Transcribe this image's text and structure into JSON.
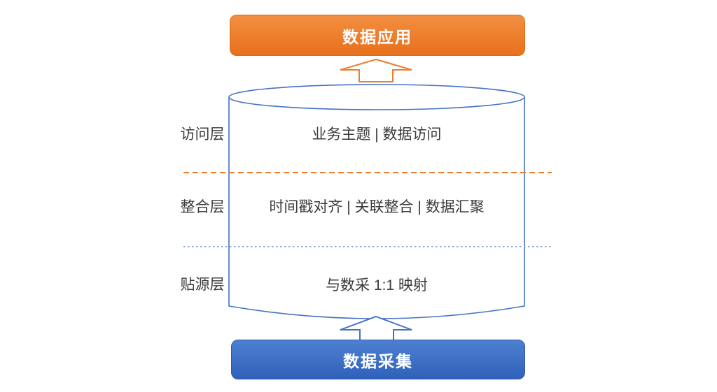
{
  "diagram": {
    "top_box": {
      "label": "数据应用",
      "fill_top": "#F28F41",
      "fill_bottom": "#E8701C"
    },
    "bottom_box": {
      "label": "数据采集",
      "fill_top": "#4E80D1",
      "fill_bottom": "#3061BA"
    },
    "cylinder": {
      "stroke_color": "#4472C4",
      "layers": [
        {
          "label": "访问层",
          "content": "业务主题 | 数据访问"
        },
        {
          "label": "整合层",
          "content": "时间戳对齐 | 关联整合 | 数据汇聚"
        },
        {
          "label": "贴源层",
          "content": "与数采 1:1 映射"
        }
      ],
      "dividers": [
        {
          "style": "dashed",
          "color": "#ED7D31"
        },
        {
          "style": "dotted",
          "color": "#8FAADC"
        }
      ]
    },
    "arrows": [
      {
        "name": "cylinder-to-application",
        "direction": "up",
        "color": "#ED7D31"
      },
      {
        "name": "collection-to-cylinder",
        "direction": "up",
        "color": "#4472C4"
      }
    ],
    "colors": {
      "accent_orange": "#ED7D31",
      "accent_blue": "#4472C4",
      "text": "#3B3B3B",
      "background": "#FFFFFF"
    }
  }
}
